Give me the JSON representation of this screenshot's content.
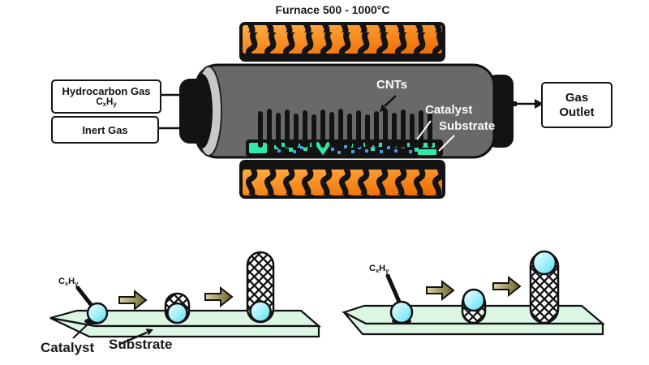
{
  "title": "Furnace 500 - 1000°C",
  "formula": {
    "base1": "C",
    "sub1": "x",
    "base2": "H",
    "sub2": "y"
  },
  "furnace": {
    "hydrocarbon_label": "Hydrocarbon Gas",
    "inert_label": "Inert Gas",
    "outlet_line1": "Gas",
    "outlet_line2": "Outlet",
    "cnts_label": "CNTs",
    "catalyst_label": "Catalyst",
    "substrate_label": "Substrate"
  },
  "growth": {
    "catalyst_label": "Catalyst",
    "substrate_label": "Substrate"
  },
  "colors": {
    "heater_light": "#FFAE42",
    "heater_dark": "#F07109",
    "tube_body": "#696969",
    "tube_rim": "#C8C8C8",
    "cap_black": "#131313",
    "catalyst_patch_green": "#2FE9A9",
    "particle_blue": "#4D96E8",
    "slab_green": "#DCF6E4",
    "sphere_light": "#F2FEFF",
    "sphere_cyan": "#4FDFF2",
    "arrow_light": "#DAD4A6",
    "arrow_dark": "#6B6128"
  }
}
